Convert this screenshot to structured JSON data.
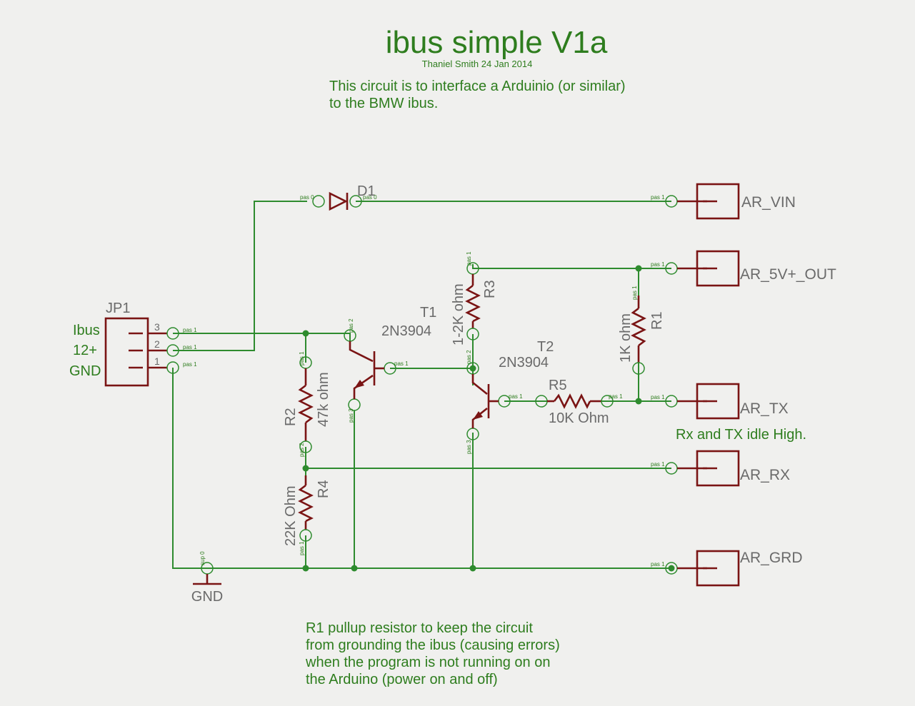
{
  "title": "ibus simple V1a",
  "author_line": "Thaniel Smith 24 Jan 2014",
  "description_line1": "This circuit is to interface a Arduinio (or similar)",
  "description_line2": "to the BMW ibus.",
  "connector": {
    "name": "JP1",
    "pin_labels": [
      "Ibus",
      "12+",
      "GND"
    ],
    "pin_numbers": [
      "3",
      "2",
      "1"
    ]
  },
  "components": {
    "d1": "D1",
    "t1": {
      "name": "T1",
      "value": "2N3904"
    },
    "t2": {
      "name": "T2",
      "value": "2N3904"
    },
    "r1": {
      "name": "R1",
      "value": "1K ohm"
    },
    "r2": {
      "name": "R2",
      "value": "47k ohm"
    },
    "r3": {
      "name": "R3",
      "value": "1-2K ohm"
    },
    "r4": {
      "name": "R4",
      "value": "22K Ohm"
    },
    "r5": {
      "name": "R5",
      "value": "10K Ohm"
    }
  },
  "outputs": [
    "AR_VIN",
    "AR_5V+_OUT",
    "AR_TX",
    "AR_RX",
    "AR_GRD"
  ],
  "rx_tx_note": "Rx and TX idle High.",
  "gnd_label": "GND",
  "gnd_sup": "sup 0",
  "pad_labels": {
    "pas0": "pas 0",
    "pas1": "pas 1",
    "pas2": "pas 2",
    "pas3": "pas 3"
  },
  "footnote": [
    "R1 pullup resistor to keep the circuit",
    "from grounding the ibus (causing errors)",
    "when the program is not running on on",
    "the Arduino (power on and off)"
  ]
}
